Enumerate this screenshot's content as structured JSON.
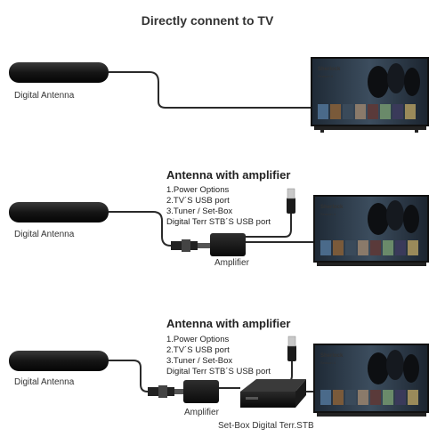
{
  "page": {
    "title": "Directly connent to TV"
  },
  "sections": [
    {
      "antenna_label": "Digital Antenna",
      "tv": {
        "show_title": "Sherlock",
        "show_subtitle": "Season 4"
      }
    },
    {
      "heading": "Antenna with amplifier",
      "options": [
        "1.Power Options",
        "2.TV´S USB port",
        "3.Tuner / Set-Box",
        "Digital Terr STB´S USB port"
      ],
      "antenna_label": "Digital Antenna",
      "amplifier_label": "Amplifier",
      "tv": {
        "show_title": "Sherlock",
        "show_subtitle": "Season 4"
      }
    },
    {
      "heading": "Antenna with amplifier",
      "options": [
        "1.Power Options",
        "2.TV´S USB port",
        "3.Tuner / Set-Box",
        "Digital Terr STB´S USB port"
      ],
      "antenna_label": "Digital Antenna",
      "amplifier_label": "Amplifier",
      "stb_label": "Set-Box Digital Terr.STB",
      "tv": {
        "show_title": "Sherlock",
        "show_subtitle": "Season 4"
      }
    }
  ],
  "colors": {
    "device": "#1b1b1b",
    "cable": "#2a2a2a",
    "tv_screen": "#2c3a48",
    "text": "#333333"
  }
}
